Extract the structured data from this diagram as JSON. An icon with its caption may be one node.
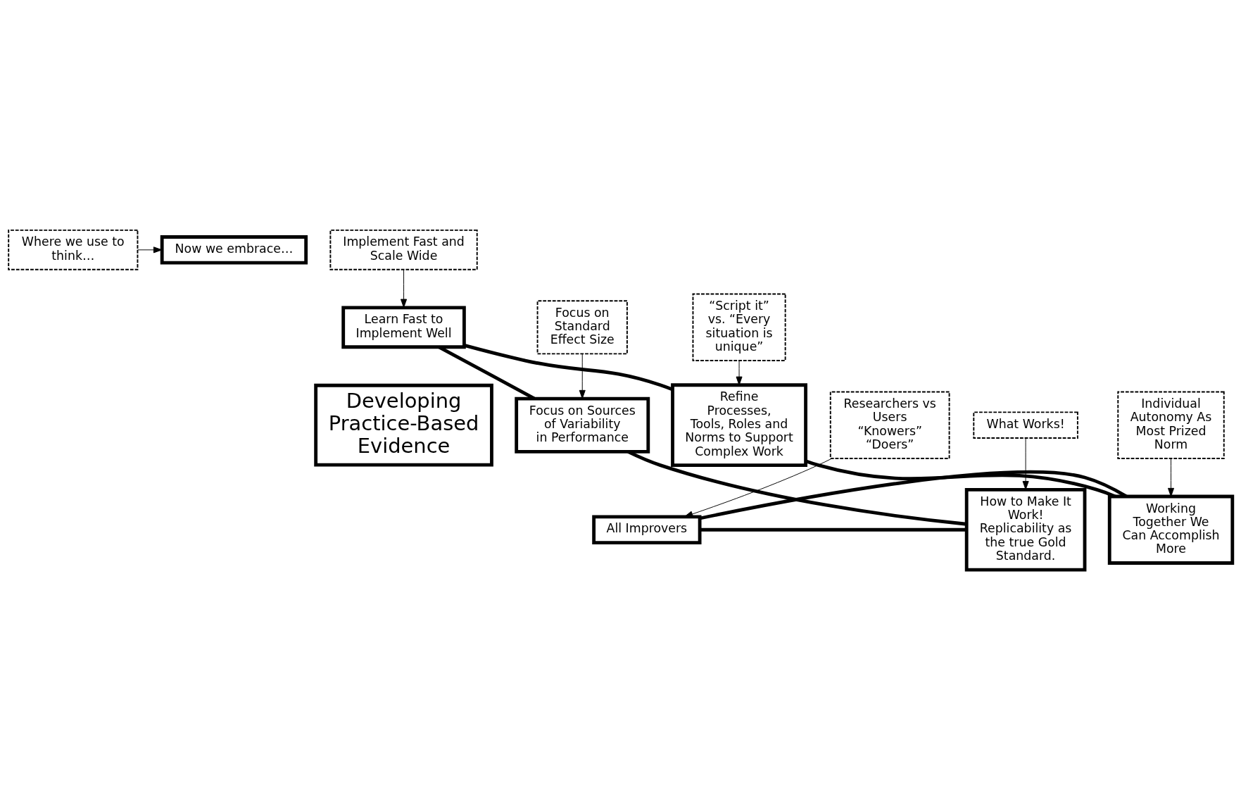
{
  "diagram": {
    "nodes": [
      {
        "text": [
          "Where we use to think…"
        ]
      },
      {
        "text": [
          "Now we embrace…"
        ]
      },
      {
        "text": [
          "Implement Fast and Scale Wide"
        ]
      },
      {
        "text": [
          "Learn Fast to Implement Well"
        ]
      },
      {
        "text": [
          "Focus on Standard Effect Size"
        ]
      },
      {
        "text": [
          "“Script it” vs. “Every situation is unique”"
        ]
      },
      {
        "text": [
          "Focus on Sources of Variability in Performance"
        ]
      },
      {
        "text": [
          "Developing Practice-Based Evidence"
        ]
      },
      {
        "text": [
          "Refine Processes, Tools, Roles and Norms to Support Complex Work"
        ]
      },
      {
        "text": [
          "How to Make It Work! Replicability as the true Gold Standard."
        ]
      },
      {
        "text": [
          "All Improvers"
        ]
      },
      {
        "text": [
          "Working Together We Can Accomplish More"
        ]
      },
      {
        "text": [
          "What Works!"
        ]
      },
      {
        "text": [
          "Researchers vs Users “Knowers” “Doers”"
        ]
      },
      {
        "text": [
          "Individual Autonomy As Most Prized Norm"
        ]
      }
    ],
    "edges": [
      {
        "from": 0,
        "to": 1,
        "arrow": "to"
      },
      {
        "from": 2,
        "to": 3,
        "arrow": "to"
      },
      {
        "from": 4,
        "to": 6,
        "arrow": "to"
      },
      {
        "from": 5,
        "to": 8,
        "arrow": "to"
      },
      {
        "from": 12,
        "to": 9,
        "arrow": "to"
      },
      {
        "from": 13,
        "to": 10,
        "arrow": "to"
      },
      {
        "from": 14,
        "to": 11,
        "arrow": "to"
      },
      {
        "from": 3,
        "to": 6,
        "arrow": "none",
        "style": "thick"
      },
      {
        "from": 6,
        "to": 9,
        "arrow": "none",
        "style": "thick"
      },
      {
        "from": 9,
        "to": 10,
        "arrow": "none",
        "style": "thick"
      },
      {
        "from": 10,
        "to": 11,
        "arrow": "none",
        "style": "thick"
      },
      {
        "from": 11,
        "to": 8,
        "arrow": "none",
        "style": "thick"
      },
      {
        "from": 8,
        "to": 3,
        "arrow": "none",
        "style": "thick"
      }
    ]
  }
}
